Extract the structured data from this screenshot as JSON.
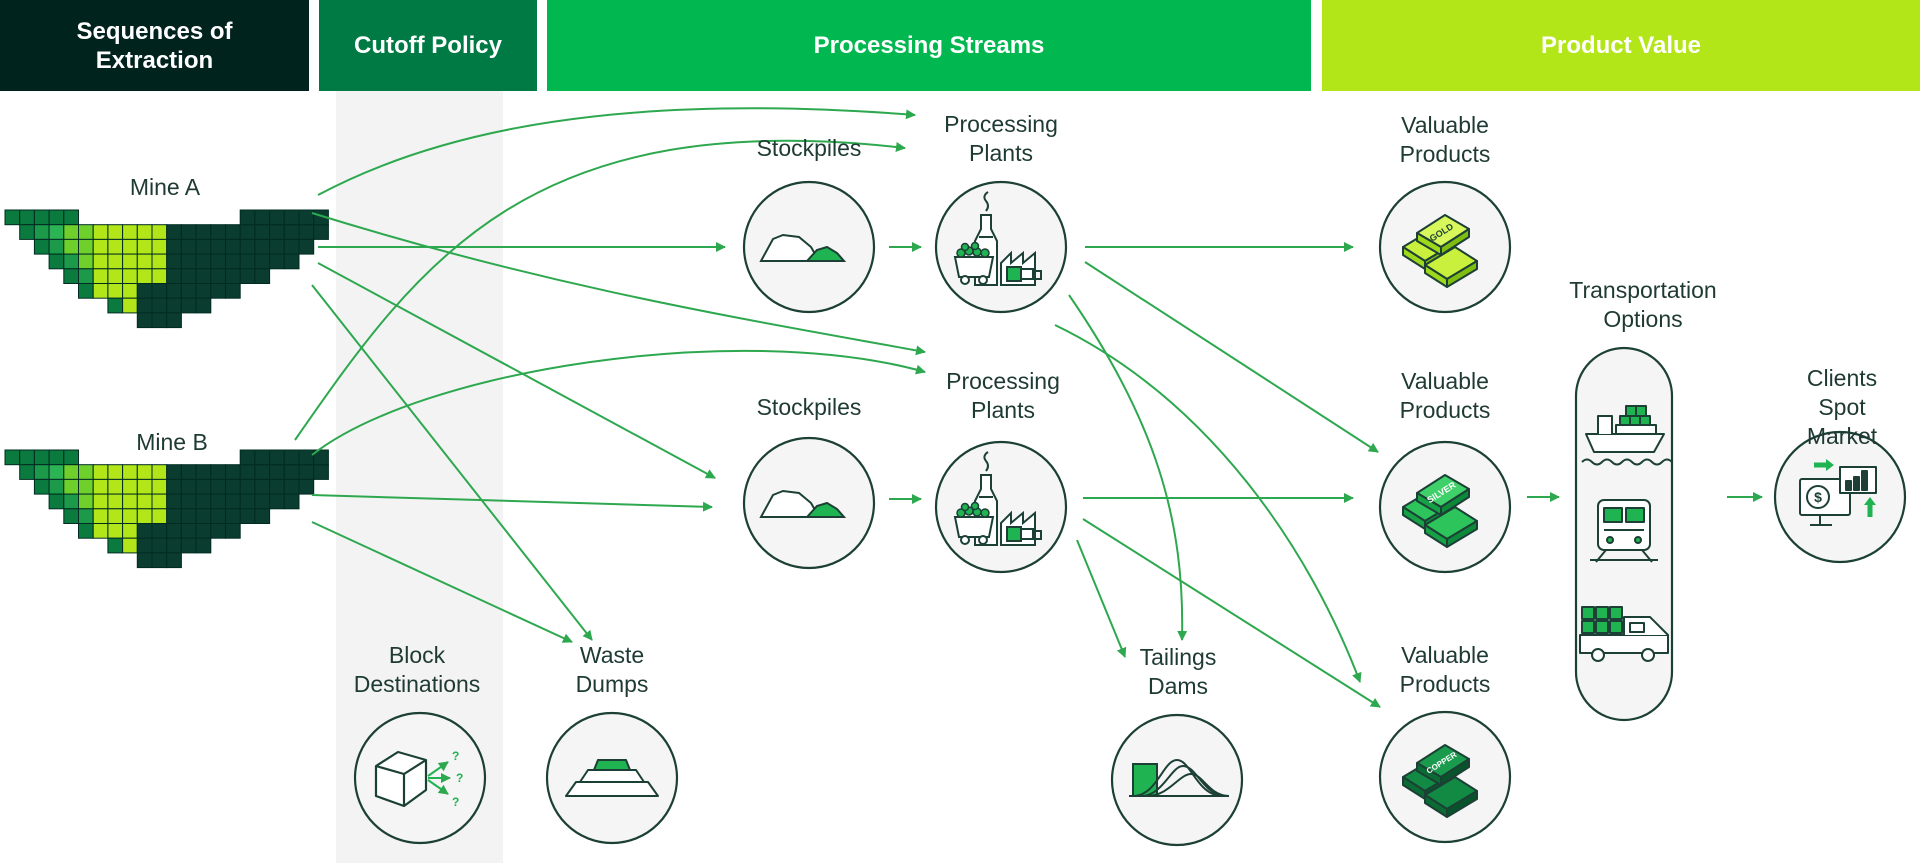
{
  "headers": {
    "extraction": "Sequences of\nExtraction",
    "cutoff": "Cutoff Policy",
    "processing": "Processing Streams",
    "product": "Product Value"
  },
  "nodes": {
    "mine_a": "Mine A",
    "mine_b": "Mine B",
    "stockpiles_1": "Stockpiles",
    "stockpiles_2": "Stockpiles",
    "plants_1": "Processing\nPlants",
    "plants_2": "Processing\nPlants",
    "products_1": "Valuable\nProducts",
    "products_2": "Valuable\nProducts",
    "products_3": "Valuable\nProducts",
    "transport": "Transportation\nOptions",
    "clients": "Clients Spot\nMarket",
    "block_destinations": "Block\nDestinations",
    "waste_dumps": "Waste\nDumps",
    "tailings": "Tailings\nDams"
  },
  "bar_labels": {
    "gold": "GOLD",
    "silver": "SILVER",
    "copper": "COPPER"
  },
  "block_question_marks": [
    "?",
    "?",
    "?"
  ],
  "colors": {
    "dark_green": "#00231e",
    "mid_green": "#007a44",
    "green": "#00b84f",
    "lime": "#b3e619",
    "arrow": "#2ea84f",
    "circle_stroke": "#1c4036",
    "circle_fill": "#f5f5f5"
  }
}
